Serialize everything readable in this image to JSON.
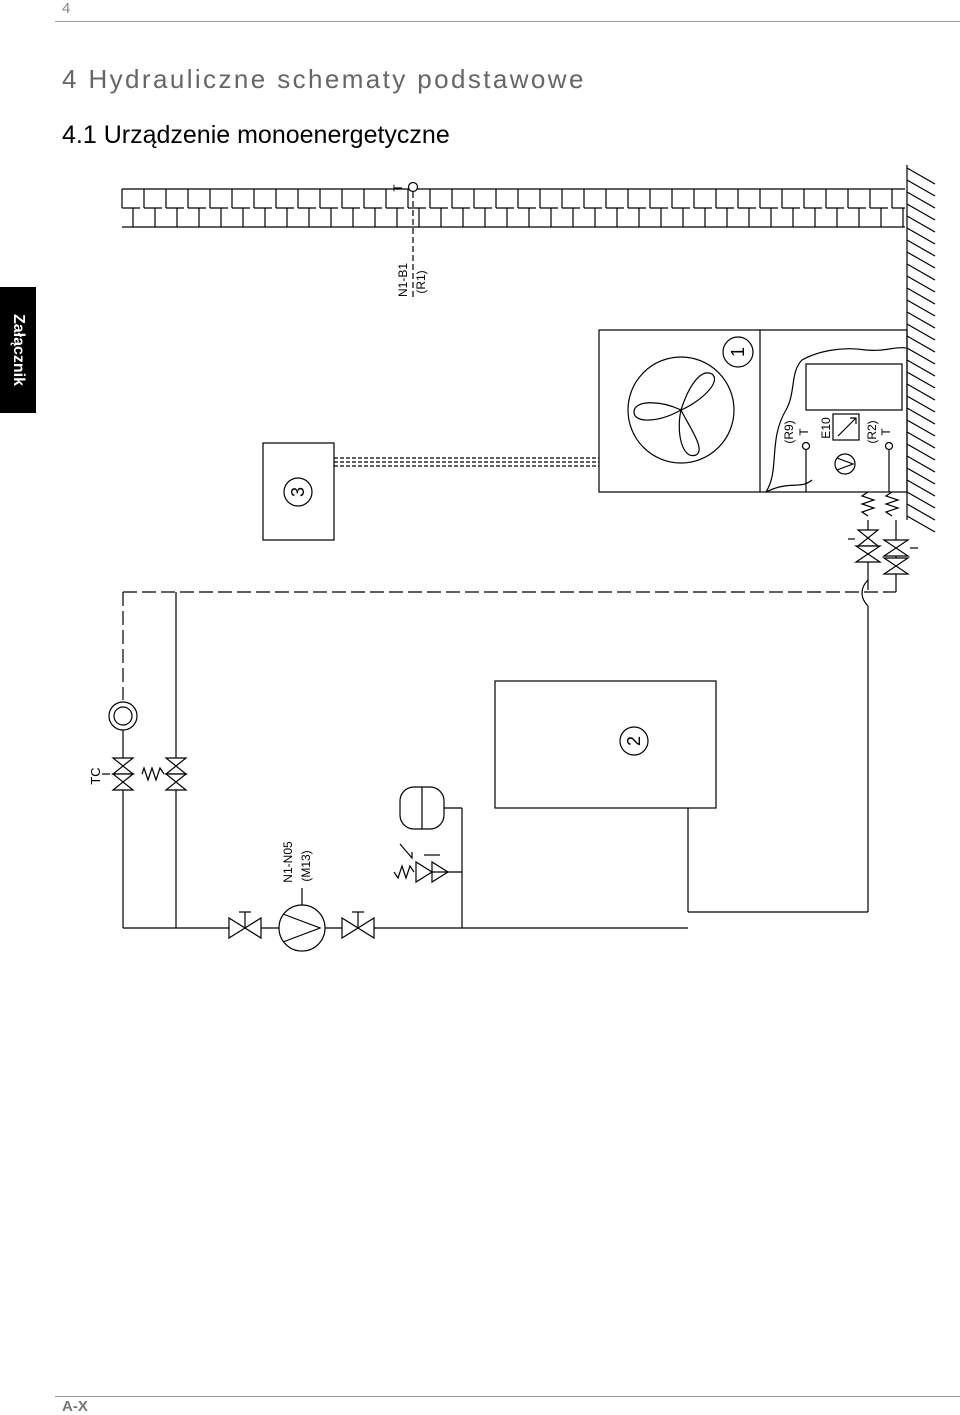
{
  "header": {
    "page_number": "4"
  },
  "chapter_title": "4  Hydrauliczne schematy podstawowe",
  "section_title": "4.1   Urządzenie monoenergetyczne",
  "side_tab": "Załącznik",
  "footer": {
    "label": "A-X"
  },
  "diagram": {
    "sensor_top_t": "T",
    "sensor_r1_line1": "N1-B1",
    "sensor_r1_line2": "(R1)",
    "unit_1": "1",
    "unit_2": "2",
    "unit_3": "3",
    "r9_label": "(R9)",
    "r9_t": "T",
    "e10_label": "E10",
    "r2_label": "(R2)",
    "r2_t": "T",
    "tc_label": "TC",
    "pump_line1": "N1-N05",
    "pump_line2": "(M13)"
  }
}
